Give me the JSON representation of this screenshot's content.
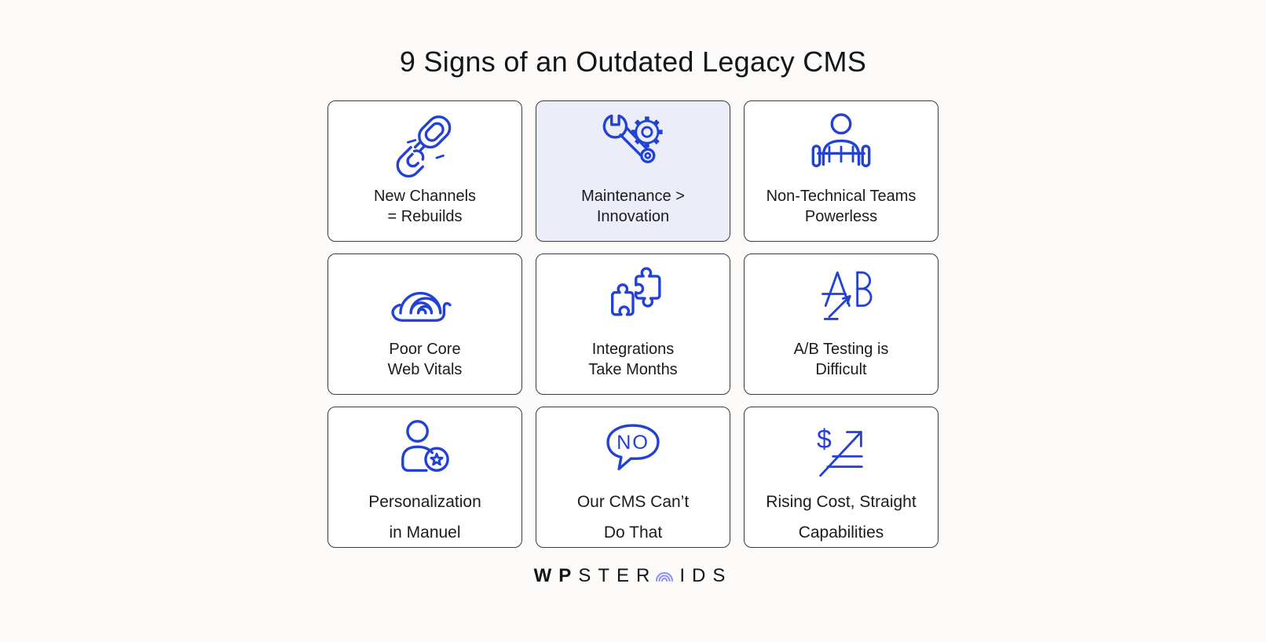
{
  "title": "9 Signs of an Outdated Legacy CMS",
  "cards": [
    {
      "icon": "broken-chain-icon",
      "label_lines": [
        "New Channels",
        "= Rebuilds"
      ],
      "variant": "default"
    },
    {
      "icon": "wrench-gear-icon",
      "label_lines": [
        "Maintenance >",
        "Innovation"
      ],
      "variant": "highlight"
    },
    {
      "icon": "person-barrier-icon",
      "label_lines": [
        "Non-Technical Teams",
        "Powerless"
      ],
      "variant": "default"
    },
    {
      "icon": "snail-icon",
      "label_lines": [
        "Poor Core",
        "Web Vitals"
      ],
      "variant": "default"
    },
    {
      "icon": "puzzle-pieces-icon",
      "label_lines": [
        "Integrations",
        "Take Months"
      ],
      "variant": "default"
    },
    {
      "icon": "ab-testing-arrow-icon",
      "label_lines": [
        "A/B Testing is",
        "Difficult"
      ],
      "variant": "default",
      "icon_letters": [
        "A",
        "B"
      ]
    },
    {
      "icon": "person-star-badge-icon",
      "label_lines": [
        "Personalization",
        "in Manuel"
      ],
      "variant": "default"
    },
    {
      "icon": "no-speech-bubble-icon",
      "label_lines": [
        "Our CMS Can’t",
        "Do That"
      ],
      "variant": "default",
      "icon_text": "NO"
    },
    {
      "icon": "dollar-rising-arrow-icon",
      "label_lines": [
        "Rising Cost, Straight",
        "Capabilities"
      ],
      "variant": "default",
      "icon_text": "$"
    }
  ],
  "logo": {
    "part1": "WP",
    "part2": "STER",
    "o_icon": "concentric-arcs-icon",
    "part3": "IDS"
  },
  "colors": {
    "icon_blue": "#2342d4",
    "accent_bg": "#ebedf8",
    "border": "#3b3b3b",
    "page_bg": "#fcfbf9",
    "text": "#1b1b1d",
    "logo_arc": "#8b8ef0"
  }
}
